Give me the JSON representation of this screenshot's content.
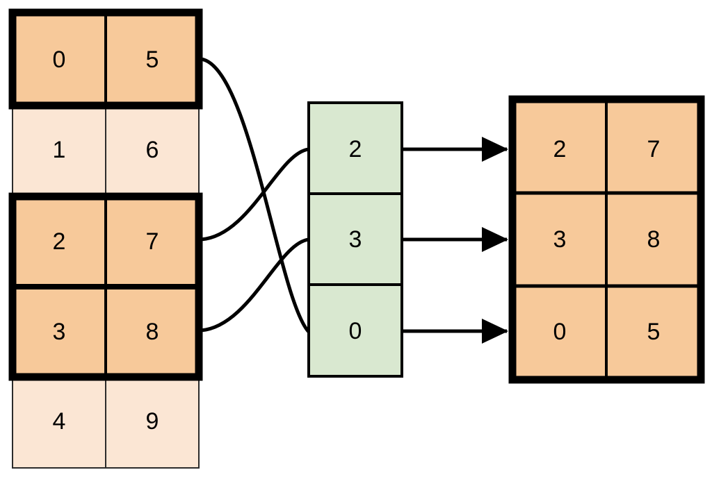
{
  "diagram": {
    "title": "array-gather-scatter-diagram",
    "colors": {
      "highlight_fill": "#F7C99A",
      "dim_fill": "#FBE6D4",
      "index_fill": "#D9E8D0",
      "stroke": "#000000",
      "thin_stroke": "#1a1a1a",
      "background": "#FFFFFF"
    },
    "source_table": {
      "name": "source-array",
      "columns": 2,
      "rows": [
        {
          "cells": [
            "0",
            "5"
          ],
          "selected": true
        },
        {
          "cells": [
            "1",
            "6"
          ],
          "selected": false
        },
        {
          "cells": [
            "2",
            "7"
          ],
          "selected": true
        },
        {
          "cells": [
            "3",
            "8"
          ],
          "selected": true
        },
        {
          "cells": [
            "4",
            "9"
          ],
          "selected": false
        }
      ]
    },
    "index_column": {
      "name": "index-array",
      "cells": [
        "2",
        "3",
        "0"
      ]
    },
    "result_table": {
      "name": "result-array",
      "columns": 2,
      "rows": [
        {
          "cells": [
            "2",
            "7"
          ]
        },
        {
          "cells": [
            "3",
            "8"
          ]
        },
        {
          "cells": [
            "0",
            "5"
          ]
        }
      ]
    },
    "connections": [
      {
        "name": "curve-source-row0-to-index2",
        "from_row": 0,
        "to_index": 2
      },
      {
        "name": "curve-source-row2-to-index0",
        "from_row": 2,
        "to_index": 0
      },
      {
        "name": "curve-source-row3-to-index1",
        "from_row": 3,
        "to_index": 1
      }
    ],
    "arrows": [
      {
        "name": "arrow-index0-to-result0",
        "from_index": 0,
        "to_row": 0
      },
      {
        "name": "arrow-index1-to-result1",
        "from_index": 1,
        "to_row": 1
      },
      {
        "name": "arrow-index2-to-result2",
        "from_index": 2,
        "to_row": 2
      }
    ]
  }
}
